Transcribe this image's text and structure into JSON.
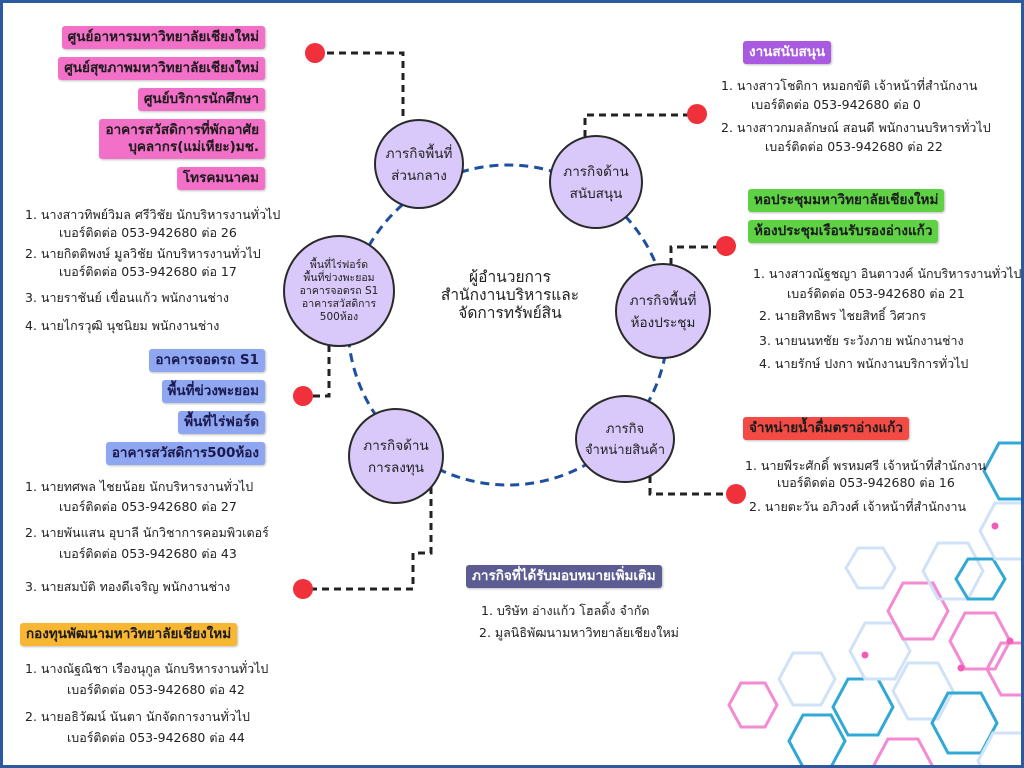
{
  "center": {
    "title": "ผู้อำนวยการ\nสำนักงานบริหารและ\nจัดการทรัพย์สิน"
  },
  "nodes": {
    "central": "ภารกิจพื้นที่\nส่วนกลาง",
    "support": "ภารกิจด้าน\nสนับสนุน",
    "meeting": "ภารกิจพื้นที่\nห้องประชุม",
    "sales": "ภารกิจ\nจำหน่ายสินค้า",
    "invest": "ภารกิจด้าน\nการลงทุน",
    "area": "พื้นที่ไร่ฟอร์ด\nพื้นที่ข่วงพะยอม\nอาคารจอดรถ S1\nอาคารสวัสดิการ\n500ห้อง"
  },
  "central_group": {
    "labels": [
      "ศูนย์อาหารมหาวิทยาลัยเชียงใหม่",
      "ศูนย์สุขภาพมหาวิทยาลัยเชียงใหม่",
      "ศูนย์บริการนักศึกษา",
      "อาคารสวัสดิการที่พักอาศัย\nบุคลากร(แม่เหียะ)มช.",
      "โทรคมนาคม"
    ],
    "staff": [
      "1. นางสาวทิพย์วิมล ศรีวิชัย นักบริหารงานทั่วไป",
      "เบอร์ติดต่อ 053-942680 ต่อ 26",
      "2. นายกิตติพงษ์ มูลวิชัย   นักบริหารงานทั่วไป",
      "เบอร์ติดต่อ 053-942680 ต่อ 17",
      "3. นายราชันย์ เขื่อนแก้ว   พนักงานช่าง",
      "4. นายไกรวุฒิ  นุชนิยม  พนักงานช่าง"
    ]
  },
  "area_group": {
    "labels": [
      "อาคารจอดรถ S1",
      "พื้นที่ข่วงพะยอม",
      "พื้นที่ไร่ฟอร์ด",
      "อาคารสวัสดิการ500ห้อง"
    ],
    "staff": [
      "1. นายทศพล ไชยน้อย   นักบริหารงานทั่วไป",
      "เบอร์ติดต่อ 053-942680 ต่อ 27",
      "2. นายพันแสน อุบาลี   นักวิชาการคอมพิวเตอร์",
      "เบอร์ติดต่อ 053-942680 ต่อ 43",
      "3. นายสมบัติ ทองดีเจริญ   พนักงานช่าง"
    ]
  },
  "fund_group": {
    "label": "กองทุนพัฒนามหาวิทยาลัยเชียงใหม่",
    "staff": [
      "1.     นางณัฐณิชา เรืองนุกูล  นักบริหารงานทั่วไป",
      "เบอร์ติดต่อ 053-942680 ต่อ 42",
      "2. นายอธิวัฒน์ นันตา   นักจัดการงานทั่วไป",
      "เบอร์ติดต่อ 053-942680 ต่อ 44"
    ]
  },
  "support_group": {
    "label": "งานสนับสนุน",
    "staff": [
      "1. นางสาวโชติกา หมอกขัติ   เจ้าหน้าที่สำนักงาน",
      "เบอร์ติดต่อ 053-942680 ต่อ 0",
      "2. นางสาวกมลลักษณ์ สอนดี   พนักงานบริหารทั่วไป",
      "เบอร์ติดต่อ 053-942680 ต่อ 22"
    ]
  },
  "meeting_group": {
    "labels": [
      "หอประชุมมหาวิทยาลัยเชียงใหม่",
      "ห้องประชุมเรือนรับรองอ่างแก้ว"
    ],
    "staff": [
      "1. นางสาวณัฐชญา อินตาวงค์ นักบริหารงานทั่วไป",
      "เบอร์ติดต่อ 053-942680 ต่อ 21",
      "2. นายสิทธิพร ไชยสิทธิ์   วิศวกร",
      "3. นายนนทชัย ระวังภาย   พนักงานช่าง",
      "4. นายรักษ์ ปงกา   พนักงานบริการทั่วไป"
    ]
  },
  "sales_group": {
    "label": "จำหน่ายน้ำดื่มตราอ่างแก้ว",
    "staff": [
      "1. นายพีระศักดิ์ พรหมศรี   เจ้าหน้าที่สำนักงาน",
      "เบอร์ติดต่อ 053-942680 ต่อ 16",
      "2. นายตะวัน อภิวงศ์  เจ้าหน้าที่สำนักงาน"
    ]
  },
  "extra_group": {
    "label": "ภารกิจที่ได้รับมอบหมายเพิ่มเติม",
    "items": [
      "1.  บริษัท อ่างแก้ว โฮลดิ้ง จำกัด",
      "2. มูลนิธิพัฒนามหาวิทยาลัยเชียงใหม่"
    ]
  },
  "colors": {
    "pink": "#f270c7",
    "purple": "#a85ae0",
    "green": "#5fd145",
    "blue": "#8fa6f0",
    "red": "#f24b45",
    "orange": "#f7b733",
    "node_fill": "#d9c8fa",
    "dot": "#f0303a",
    "ring": "#1f4fa0"
  }
}
